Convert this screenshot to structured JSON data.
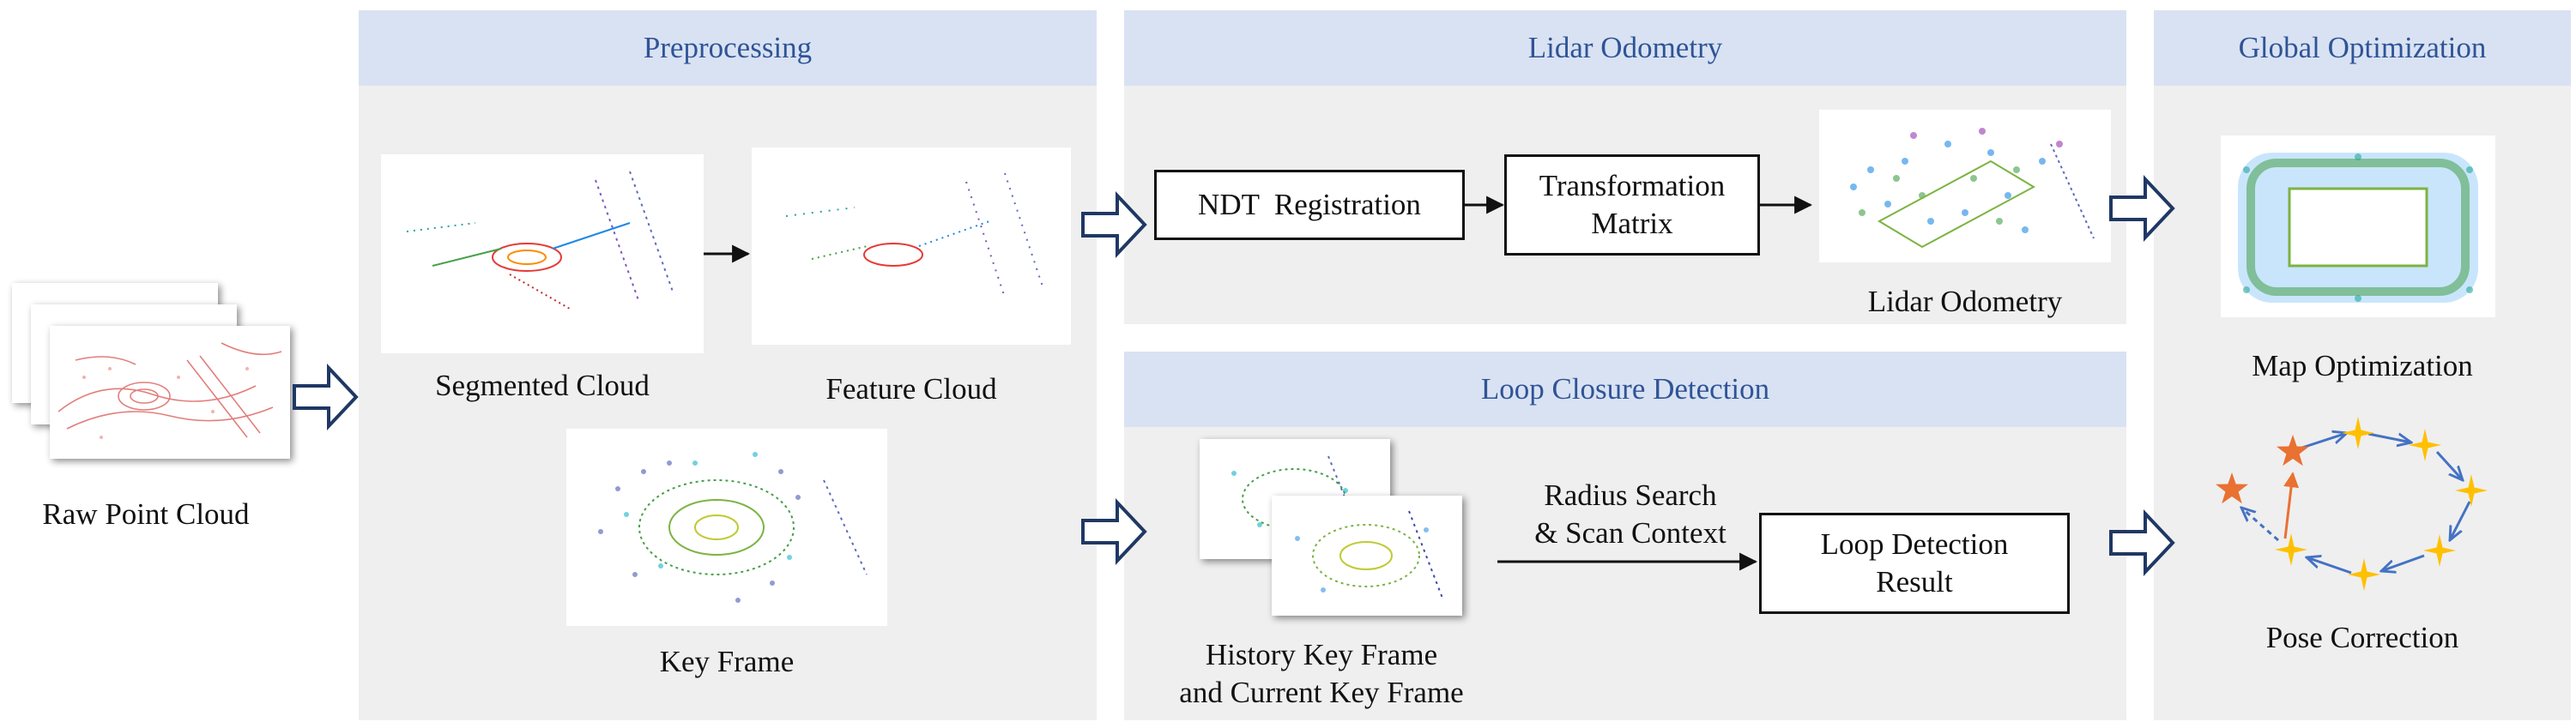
{
  "panels": {
    "preprocessing": {
      "title": "Preprocessing"
    },
    "lidar_odometry": {
      "title": "Lidar Odometry"
    },
    "loop_closure": {
      "title": "Loop Closure Detection"
    },
    "global_optimization": {
      "title": "Global Optimization"
    }
  },
  "input": {
    "label": "Raw Point Cloud"
  },
  "preprocessing": {
    "segmented": "Segmented Cloud",
    "feature": "Feature Cloud",
    "keyframe": "Key Frame"
  },
  "odometry": {
    "ndt": "NDT  Registration",
    "transform_line1": "Transformation",
    "transform_line2": "Matrix",
    "result": "Lidar Odometry"
  },
  "loop": {
    "history_line1": "History Key Frame",
    "history_line2": "and Current Key Frame",
    "search_line1": "Radius Search",
    "search_line2": "& Scan Context",
    "result_line1": "Loop Detection",
    "result_line2": "Result"
  },
  "global": {
    "map": "Map Optimization",
    "pose": "Pose Correction"
  },
  "colors": {
    "header_bg": "#d9e2f3",
    "header_text": "#2f5496",
    "panel_bg": "#efefef",
    "flow_arrow": "#1f3864",
    "pose_star_current": "#e97132",
    "pose_star_history": "#ffc000",
    "pose_edge": "#4472c4"
  }
}
